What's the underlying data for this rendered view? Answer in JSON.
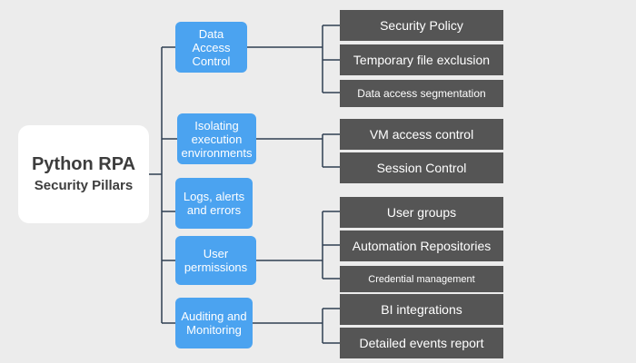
{
  "root": {
    "title": "Python RPA",
    "subtitle": "Security Pillars"
  },
  "pillars": [
    {
      "label": "Data Access Control",
      "items": [
        "Security Policy",
        "Temporary file exclusion",
        "Data access segmentation"
      ]
    },
    {
      "label": "Isolating execution environments",
      "items": [
        "VM access control",
        "Session Control"
      ]
    },
    {
      "label": "Logs, alerts and errors",
      "items": []
    },
    {
      "label": "User permissions",
      "items": [
        "User groups",
        "Automation Repositories",
        "Credential management"
      ]
    },
    {
      "label": "Auditing and Monitoring",
      "items": [
        "BI integrations",
        "Detailed events report"
      ]
    }
  ],
  "colors": {
    "background": "#ececec",
    "pillar": "#4ba3f0",
    "item": "#555555",
    "connector": "#2f3f52"
  }
}
